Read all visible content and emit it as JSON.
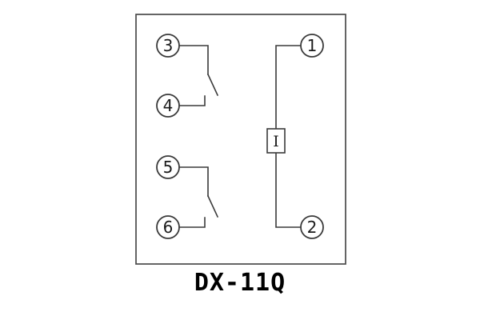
{
  "diagram": {
    "title": "DX-11Q",
    "coil_label": "I",
    "terminals": {
      "t1": "1",
      "t2": "2",
      "t3": "3",
      "t4": "4",
      "t5": "5",
      "t6": "6"
    }
  }
}
